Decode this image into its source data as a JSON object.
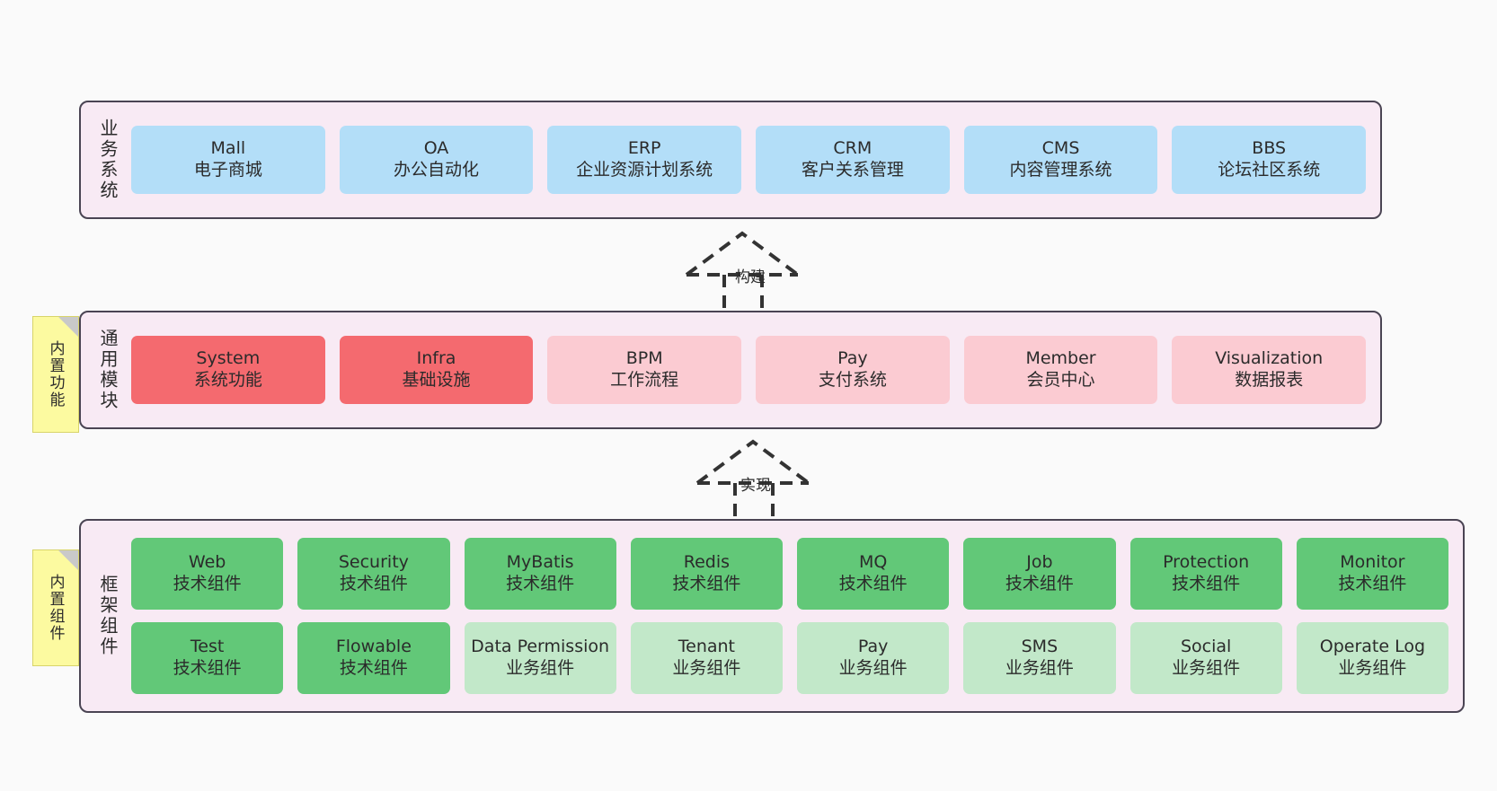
{
  "layers": [
    {
      "id": "business",
      "label": "业务系统",
      "rows": [
        {
          "cards": [
            {
              "title": "Mall",
              "subtitle": "电子商城",
              "color": "#b3def8",
              "variant": "c-blue"
            },
            {
              "title": "OA",
              "subtitle": "办公自动化",
              "color": "#b3def8",
              "variant": "c-blue"
            },
            {
              "title": "ERP",
              "subtitle": "企业资源计划系统",
              "color": "#b3def8",
              "variant": "c-blue"
            },
            {
              "title": "CRM",
              "subtitle": "客户关系管理",
              "color": "#b3def8",
              "variant": "c-blue"
            },
            {
              "title": "CMS",
              "subtitle": "内容管理系统",
              "color": "#b3def8",
              "variant": "c-blue"
            },
            {
              "title": "BBS",
              "subtitle": "论坛社区系统",
              "color": "#b3def8",
              "variant": "c-blue"
            }
          ]
        }
      ]
    },
    {
      "id": "modules",
      "label": "通用模块",
      "note": "内置功能",
      "rows": [
        {
          "cards": [
            {
              "title": "System",
              "subtitle": "系统功能",
              "color": "#f46a6f",
              "variant": "c-red"
            },
            {
              "title": "Infra",
              "subtitle": "基础设施",
              "color": "#f46a6f",
              "variant": "c-red"
            },
            {
              "title": "BPM",
              "subtitle": "工作流程",
              "color": "#fbcbd2",
              "variant": "c-pink"
            },
            {
              "title": "Pay",
              "subtitle": "支付系统",
              "color": "#fbcbd2",
              "variant": "c-pink"
            },
            {
              "title": "Member",
              "subtitle": "会员中心",
              "color": "#fbcbd2",
              "variant": "c-pink"
            },
            {
              "title": "Visualization",
              "subtitle": "数据报表",
              "color": "#fbcbd2",
              "variant": "c-pink"
            }
          ]
        }
      ]
    },
    {
      "id": "framework",
      "label": "框架组件",
      "note": "内置组件",
      "rows": [
        {
          "cards": [
            {
              "title": "Web",
              "subtitle": "技术组件",
              "color": "#62c878",
              "variant": "c-green"
            },
            {
              "title": "Security",
              "subtitle": "技术组件",
              "color": "#62c878",
              "variant": "c-green"
            },
            {
              "title": "MyBatis",
              "subtitle": "技术组件",
              "color": "#62c878",
              "variant": "c-green"
            },
            {
              "title": "Redis",
              "subtitle": "技术组件",
              "color": "#62c878",
              "variant": "c-green"
            },
            {
              "title": "MQ",
              "subtitle": "技术组件",
              "color": "#62c878",
              "variant": "c-green"
            },
            {
              "title": "Job",
              "subtitle": "技术组件",
              "color": "#62c878",
              "variant": "c-green"
            },
            {
              "title": "Protection",
              "subtitle": "技术组件",
              "color": "#62c878",
              "variant": "c-green"
            },
            {
              "title": "Monitor",
              "subtitle": "技术组件",
              "color": "#62c878",
              "variant": "c-green"
            }
          ]
        },
        {
          "cards": [
            {
              "title": "Test",
              "subtitle": "技术组件",
              "color": "#62c878",
              "variant": "c-green"
            },
            {
              "title": "Flowable",
              "subtitle": "技术组件",
              "color": "#62c878",
              "variant": "c-green"
            },
            {
              "title": "Data Permission",
              "subtitle": "业务组件",
              "color": "#c2e8c9",
              "variant": "c-greenlight"
            },
            {
              "title": "Tenant",
              "subtitle": "业务组件",
              "color": "#c2e8c9",
              "variant": "c-greenlight"
            },
            {
              "title": "Pay",
              "subtitle": "业务组件",
              "color": "#c2e8c9",
              "variant": "c-greenlight"
            },
            {
              "title": "SMS",
              "subtitle": "业务组件",
              "color": "#c2e8c9",
              "variant": "c-greenlight"
            },
            {
              "title": "Social",
              "subtitle": "业务组件",
              "color": "#c2e8c9",
              "variant": "c-greenlight"
            },
            {
              "title": "Operate Log",
              "subtitle": "业务组件",
              "color": "#c2e8c9",
              "variant": "c-greenlight"
            }
          ]
        }
      ]
    }
  ],
  "connectors": [
    {
      "id": "build",
      "label": "构建",
      "from": "modules",
      "to": "business"
    },
    {
      "id": "implement",
      "label": "实现",
      "from": "framework",
      "to": "modules"
    }
  ],
  "notes": [
    {
      "id": "builtin-function",
      "text": "内置功能"
    },
    {
      "id": "builtin-component",
      "text": "内置组件"
    }
  ],
  "palette": {
    "background": "#fafafa",
    "panel_fill": "#f8eaf4",
    "panel_border": "#4a4453",
    "note_fill": "#fcfaa0",
    "note_fold": "#c9c9c9",
    "connector": "#333333",
    "blue": "#b3def8",
    "red": "#f46a6f",
    "pink": "#fbcbd2",
    "green": "#62c878",
    "green_light": "#c2e8c9"
  }
}
